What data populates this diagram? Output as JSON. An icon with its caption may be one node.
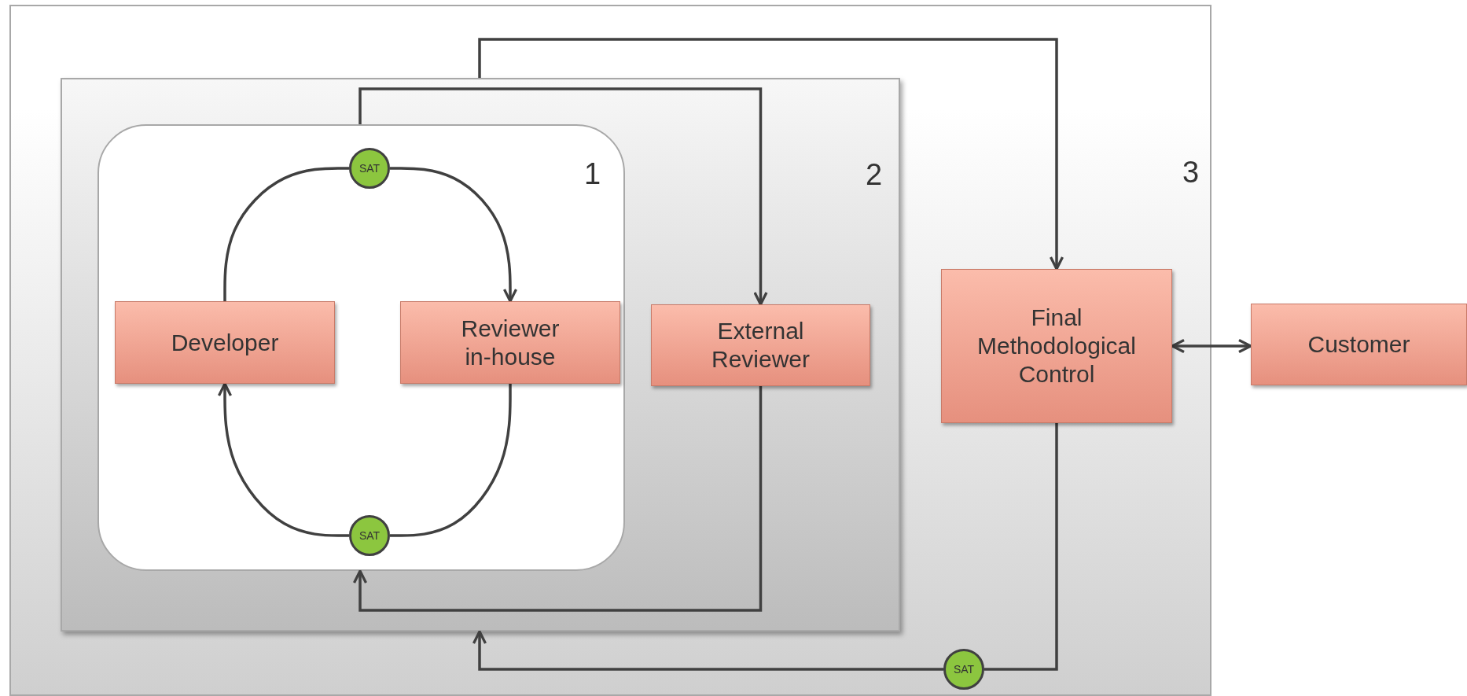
{
  "diagram": {
    "nodes": [
      {
        "text": [
          "3"
        ]
      },
      {
        "text": [
          "2"
        ],
        "in": 0
      },
      {
        "text": [
          "1"
        ],
        "in": 1
      },
      {
        "text": [
          "SAT"
        ],
        "in": 2
      },
      {
        "text": [
          "Developer"
        ],
        "in": 2
      },
      {
        "text": [
          "Reviewer in-house"
        ],
        "in": 2
      },
      {
        "text": [
          "SAT"
        ],
        "in": 2
      },
      {
        "text": [
          "External Reviewer"
        ],
        "in": 1
      },
      {
        "text": [
          "Final Methodological Control"
        ],
        "in": 0
      },
      {
        "text": [
          "Customer"
        ]
      },
      {
        "text": [
          "SAT"
        ],
        "in": 0
      }
    ],
    "edges": [
      {
        "from": 4,
        "to": 3,
        "arrow": "none"
      },
      {
        "from": 3,
        "to": 5,
        "arrow": "to"
      },
      {
        "from": 5,
        "to": 6,
        "arrow": "none"
      },
      {
        "from": 6,
        "to": 4,
        "arrow": "to"
      },
      {
        "from": 2,
        "to": 7,
        "arrow": "to"
      },
      {
        "from": 7,
        "to": 2,
        "arrow": "to"
      },
      {
        "from": 1,
        "to": 8,
        "arrow": "to"
      },
      {
        "from": 8,
        "to": 10,
        "arrow": "none"
      },
      {
        "from": 10,
        "to": 1,
        "arrow": "to"
      },
      {
        "from": 8,
        "to": 9,
        "arrow": "both"
      }
    ]
  }
}
